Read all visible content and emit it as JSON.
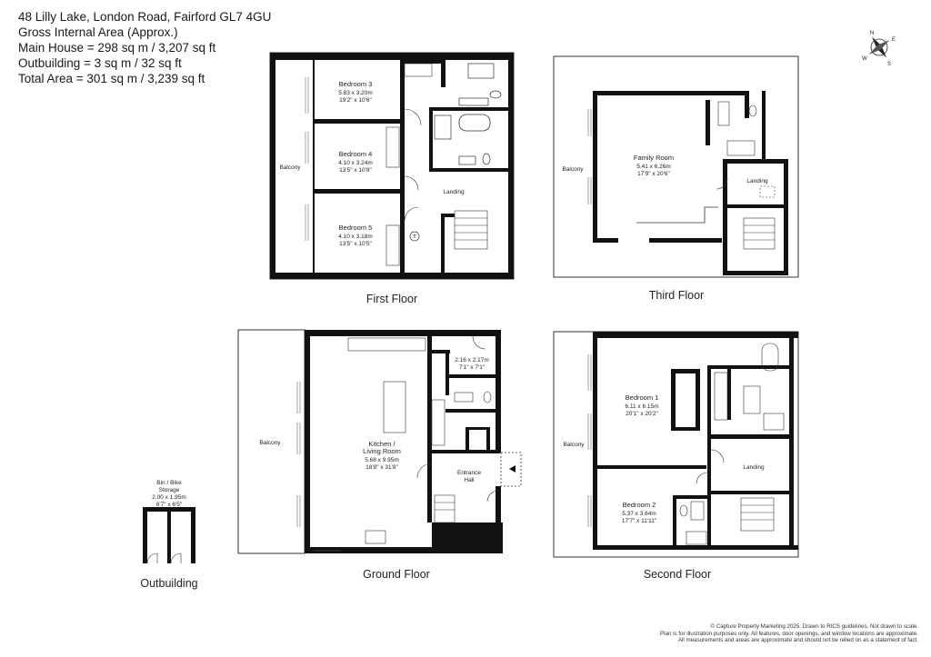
{
  "header": {
    "address": "48 Lilly Lake, London Road, Fairford  GL7 4GU",
    "gia_label": "Gross Internal Area (Approx.)",
    "main_house": "Main House = 298 sq m / 3,207 sq ft",
    "outbuilding": "Outbuilding = 3 sq m / 32 sq ft",
    "total": "Total Area = 301 sq m / 3,239 sq ft"
  },
  "compass": {
    "letters": [
      "N",
      "E",
      "S",
      "W"
    ]
  },
  "floors": {
    "first": {
      "label": "First Floor",
      "rooms": [
        {
          "name": "Bedroom 3",
          "dim_m": "5.83 x 3.20m",
          "dim_ft": "19'2\" x 10'6\""
        },
        {
          "name": "Bedroom 4",
          "dim_m": "4.10 x 3.24m",
          "dim_ft": "13'5\" x 10'8\""
        },
        {
          "name": "Bedroom 5",
          "dim_m": "4.10 x 3.18m",
          "dim_ft": "13'5\" x 10'5\""
        }
      ],
      "balcony": "Balcony",
      "landing": "Landing",
      "tank": "T"
    },
    "third": {
      "label": "Third Floor",
      "rooms": [
        {
          "name": "Family Room",
          "dim_m": "5.41 x 6.26m",
          "dim_ft": "17'9\" x 20'6\""
        }
      ],
      "balcony": "Balcony",
      "landing": "Landing"
    },
    "ground": {
      "label": "Ground Floor",
      "rooms": [
        {
          "name": "Kitchen /",
          "name2": "Living Room",
          "dim_m": "5.68 x 9.95m",
          "dim_ft": "18'8\" x 31'8\""
        },
        {
          "name": "",
          "dim_m": "2.16 x 2.17m",
          "dim_ft": "7'1\" x 7'1\""
        },
        {
          "name": "Entrance",
          "name2": "Hall"
        }
      ],
      "balcony": "Balcony"
    },
    "second": {
      "label": "Second Floor",
      "rooms": [
        {
          "name": "Bedroom  1",
          "dim_m": "6.11 x 6.15m",
          "dim_ft": "20'1\" x 20'2\""
        },
        {
          "name": "Bedroom 2",
          "dim_m": "5.37 x 3.64m",
          "dim_ft": "17'7\" x 11'11\""
        }
      ],
      "balcony": "Balcony",
      "landing": "Landing"
    },
    "outbuilding": {
      "label": "Outbuilding",
      "name": "Bin / Bike",
      "name2": "Storage",
      "dim_m": "2.00 x 1.95m",
      "dim_ft": "6'7\" x 6'5\""
    }
  },
  "footer": {
    "line1": "© Capture Property Marketing 2025. Drawn to RICS guidelines.  Not drawn to scale.",
    "line2": "Plan is for illustration purposes only. All features, door openings, and window locations are approximate.",
    "line3": "All measurements and areas are approximate and should not be relied on as a statement of fact."
  },
  "colors": {
    "wall": "#111111",
    "line": "#333333",
    "paper": "#ffffff"
  }
}
